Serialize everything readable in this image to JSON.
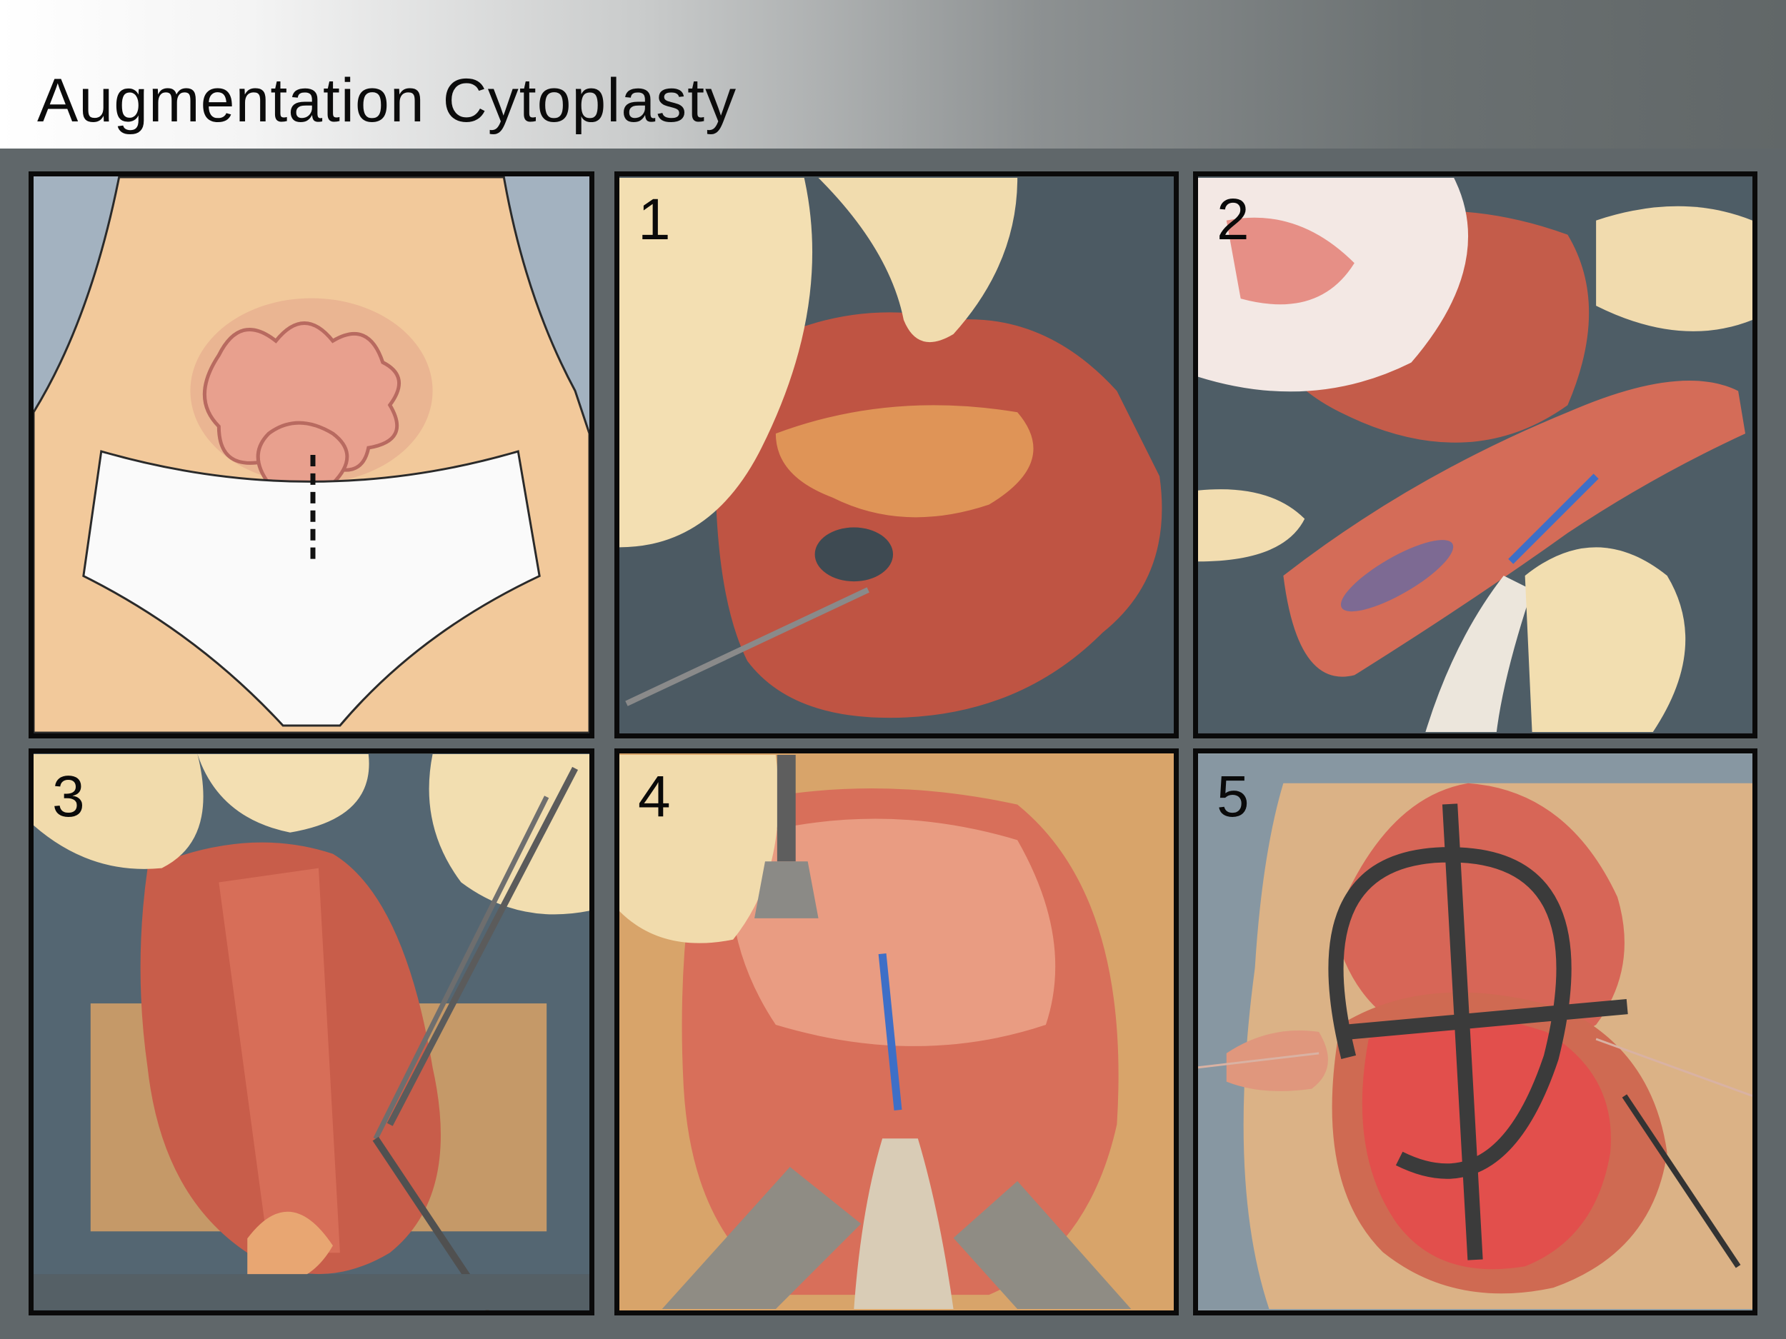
{
  "title": "Augmentation Cytoplasty",
  "panels": [
    {
      "id": "p0",
      "label": ""
    },
    {
      "id": "p1",
      "label": "1"
    },
    {
      "id": "p2",
      "label": "2"
    },
    {
      "id": "p3",
      "label": "3"
    },
    {
      "id": "p4",
      "label": "4"
    },
    {
      "id": "p5",
      "label": "5"
    }
  ],
  "colors": {
    "frame": "#0a0a0a",
    "background": "#60676a",
    "drape": "#4e5b63",
    "skin": "#f0c89a",
    "tissue": "#c65a48",
    "glove": "#f2deb0",
    "cautery": "#3e6fc7"
  }
}
